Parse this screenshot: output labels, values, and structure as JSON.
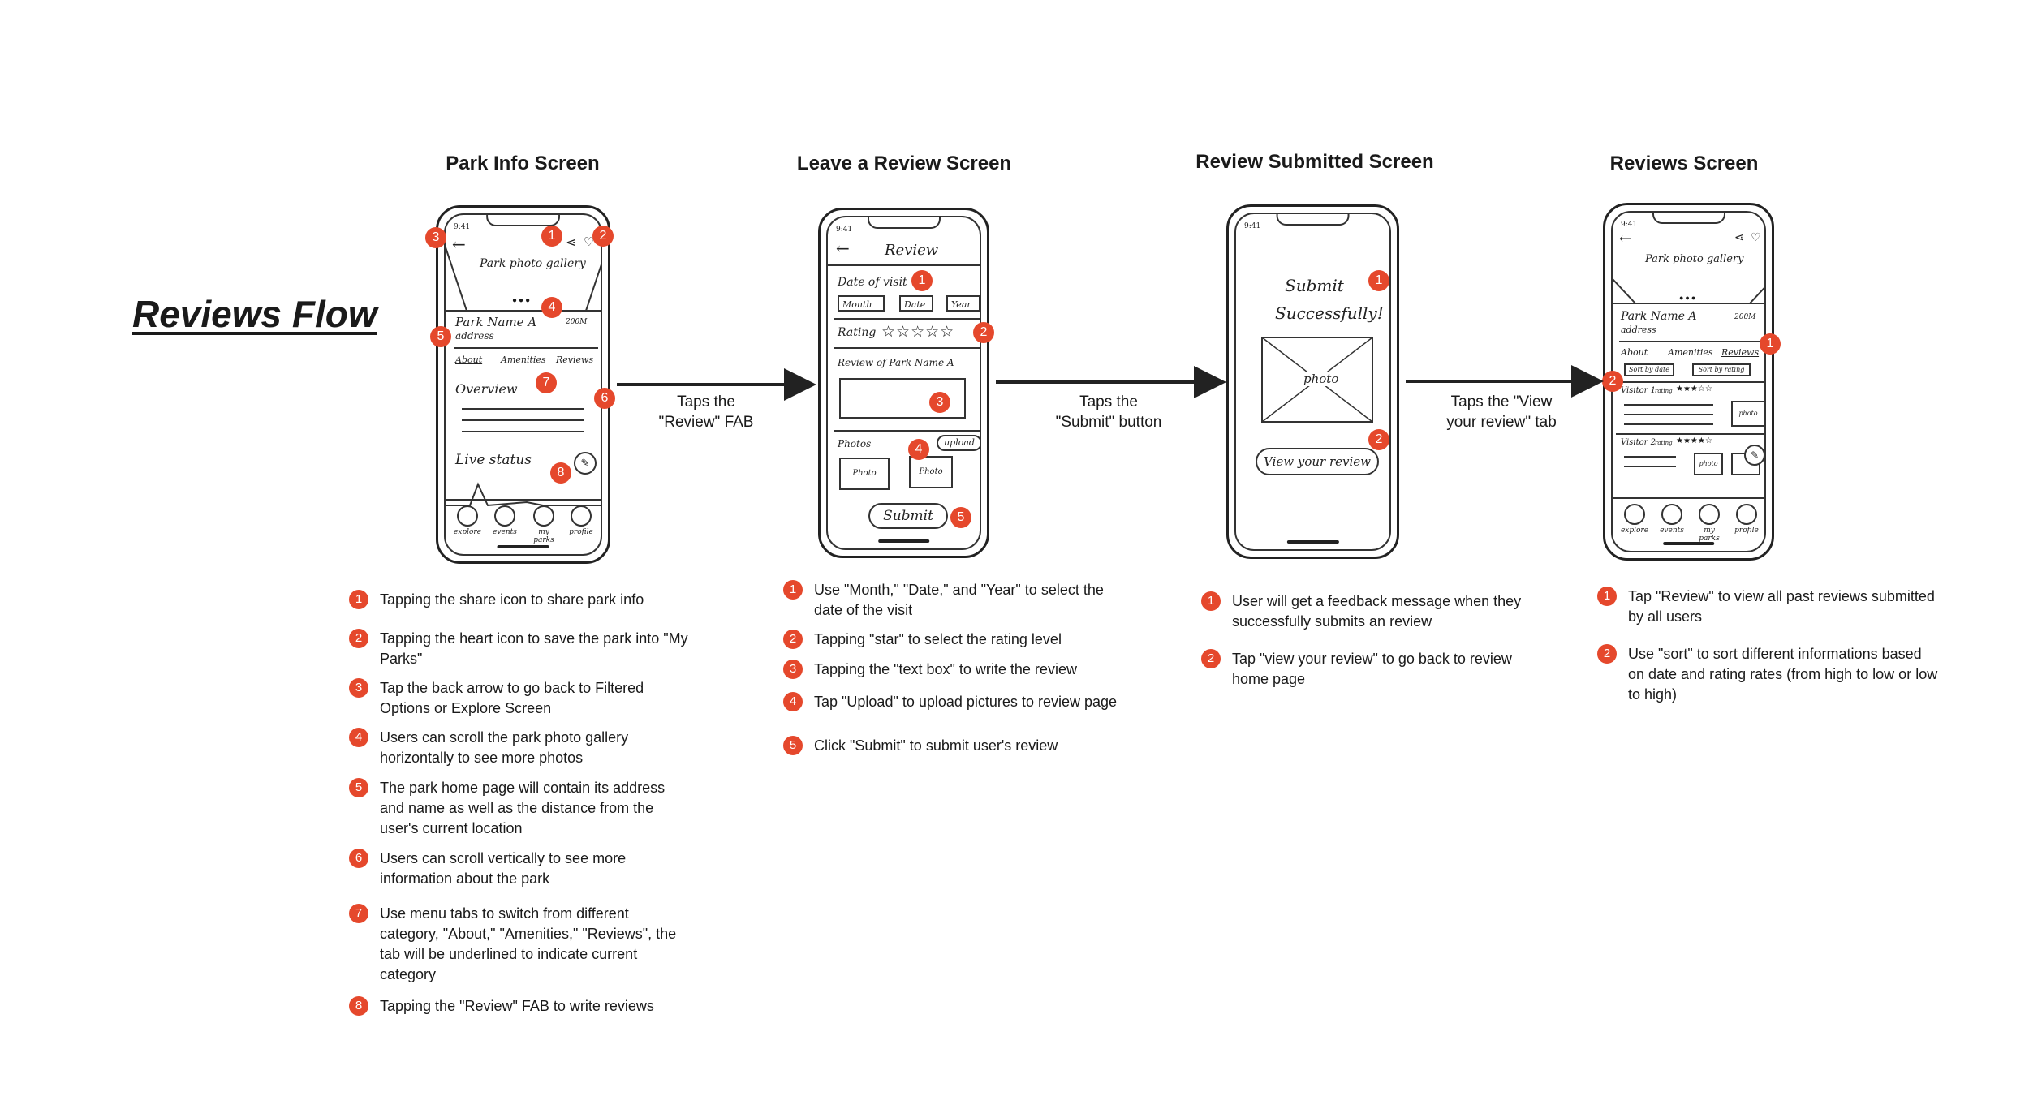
{
  "flow_title": "Reviews Flow",
  "screens": [
    {
      "title": "Park Info Screen"
    },
    {
      "title": "Leave a Review Screen"
    },
    {
      "title": "Review Submitted Screen"
    },
    {
      "title": "Reviews Screen"
    }
  ],
  "arrows": [
    {
      "label_line1": "Taps the",
      "label_line2": "\"Review\" FAB"
    },
    {
      "label_line1": "Taps the",
      "label_line2": "\"Submit\" button"
    },
    {
      "label_line1": "Taps the \"View",
      "label_line2": "your review\" tab"
    }
  ],
  "sketch_text": {
    "time": "9:41",
    "park_gallery": "Park photo gallery",
    "park_name": "Park Name A",
    "distance": "200M",
    "address": "address",
    "tab_about": "About",
    "tab_amenities": "Amenities",
    "tab_reviews": "Reviews",
    "overview": "Overview",
    "live_status": "Live status",
    "nav_explore": "explore",
    "nav_events": "events",
    "nav_myparks": "my parks",
    "nav_profile": "profile",
    "review_header": "Review",
    "date_of_visit": "Date of visit",
    "month": "Month",
    "date": "Date",
    "year": "Year",
    "rating": "Rating",
    "review_of": "Review of Park Name A",
    "photos": "Photos",
    "upload": "upload",
    "photo": "Photo",
    "submit": "Submit",
    "submit_line1": "Submit",
    "submit_line2": "Successfully!",
    "photo_lower": "photo",
    "view_review": "View your review",
    "sort_date": "Sort by date",
    "sort_rating": "Sort by rating",
    "visitor1": "Visitor 1",
    "visitor2": "Visitor 2",
    "rating_label": "rating"
  },
  "notes_park_info": [
    {
      "num": "1",
      "text": "Tapping the share icon to share park info"
    },
    {
      "num": "2",
      "text": "Tapping the heart icon to save the park into \"My Parks\""
    },
    {
      "num": "3",
      "text": "Tap the back arrow to go back to Filtered Options or Explore Screen"
    },
    {
      "num": "4",
      "text": "Users can scroll the park photo gallery horizontally to see more photos"
    },
    {
      "num": "5",
      "text": "The park home page will contain its address and name as well as the distance from the user's current location"
    },
    {
      "num": "6",
      "text": "Users can scroll vertically to see more information about the park"
    },
    {
      "num": "7",
      "text": "Use menu tabs to switch from different category, \"About,\" \"Amenities,\" \"Reviews\", the tab will be underlined to indicate current category"
    },
    {
      "num": "8",
      "text": "Tapping the \"Review\" FAB to write reviews"
    }
  ],
  "notes_leave_review": [
    {
      "num": "1",
      "text": "Use \"Month,\" \"Date,\" and \"Year\" to select the date of the visit"
    },
    {
      "num": "2",
      "text": "Tapping \"star\" to select the rating level"
    },
    {
      "num": "3",
      "text": "Tapping the \"text box\" to write the review"
    },
    {
      "num": "4",
      "text": "Tap \"Upload\" to upload pictures to review page"
    },
    {
      "num": "5",
      "text": "Click \"Submit\" to submit user's review"
    }
  ],
  "notes_submitted": [
    {
      "num": "1",
      "text": "User will get a feedback message when they successfully submits an review"
    },
    {
      "num": "2",
      "text": "Tap \"view your review\" to go back to review home page"
    }
  ],
  "notes_reviews": [
    {
      "num": "1",
      "text": "Tap \"Review\" to view all past reviews submitted by all users"
    },
    {
      "num": "2",
      "text": "Use \"sort\" to sort different informations based on date and rating rates (from high to low or low to high)"
    }
  ],
  "colors": {
    "badge": "#e5482c",
    "ink": "#1a1a1a"
  }
}
